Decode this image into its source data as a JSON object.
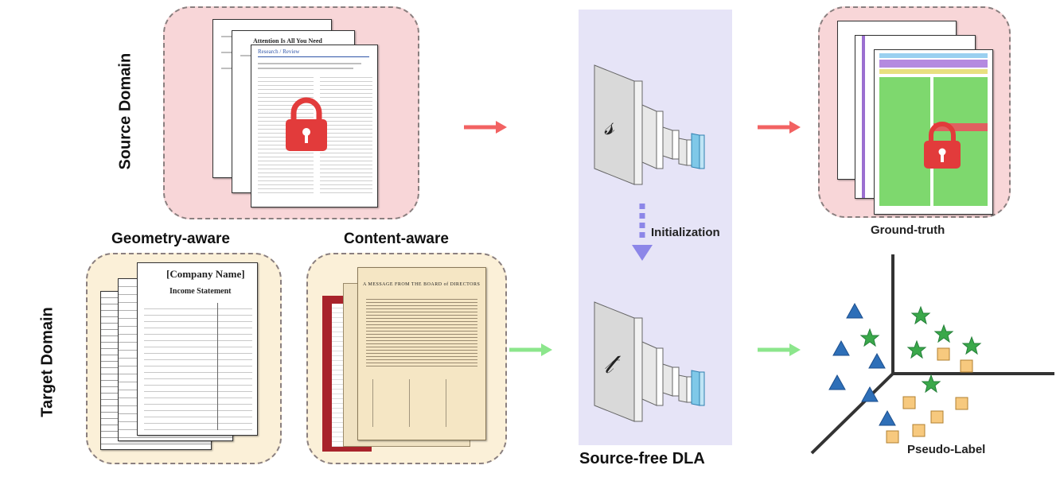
{
  "labels": {
    "source_domain": "Source Domain",
    "target_domain": "Target Domain",
    "geometry_aware": "Geometry-aware",
    "content_aware": "Content-aware",
    "initialization": "Initialization",
    "source_free_dla": "Source-free DLA",
    "ground_truth": "Ground-truth",
    "pseudo_label": "Pseudo-Label"
  },
  "models": {
    "source_symbol": "𝓈",
    "target_symbol": "𝓉"
  },
  "document_text": {
    "source_title": "Attention Is All You Need",
    "source_header": "Research / Review",
    "company_name": "[Company Name]",
    "income_statement": "Income Statement",
    "letter_heading": "A MESSAGE FROM THE BOARD of DIRECTORS"
  },
  "colors": {
    "source_arrow": "#f26262",
    "target_arrow": "#8ce68c",
    "init_arrow": "#8c86e8",
    "pink_box": "#f8d6d8",
    "cream_box": "#fbf0d8",
    "panel": "#e6e4f7",
    "triangle": "#2e6fb8",
    "star": "#3aa84a",
    "square": "#f7c97e",
    "lock": "#e23b3b"
  },
  "icons": [
    "lock-icon",
    "arrow-right-icon",
    "arrow-down-icon",
    "cnn-icon",
    "triangle-icon",
    "star-icon",
    "square-icon"
  ]
}
